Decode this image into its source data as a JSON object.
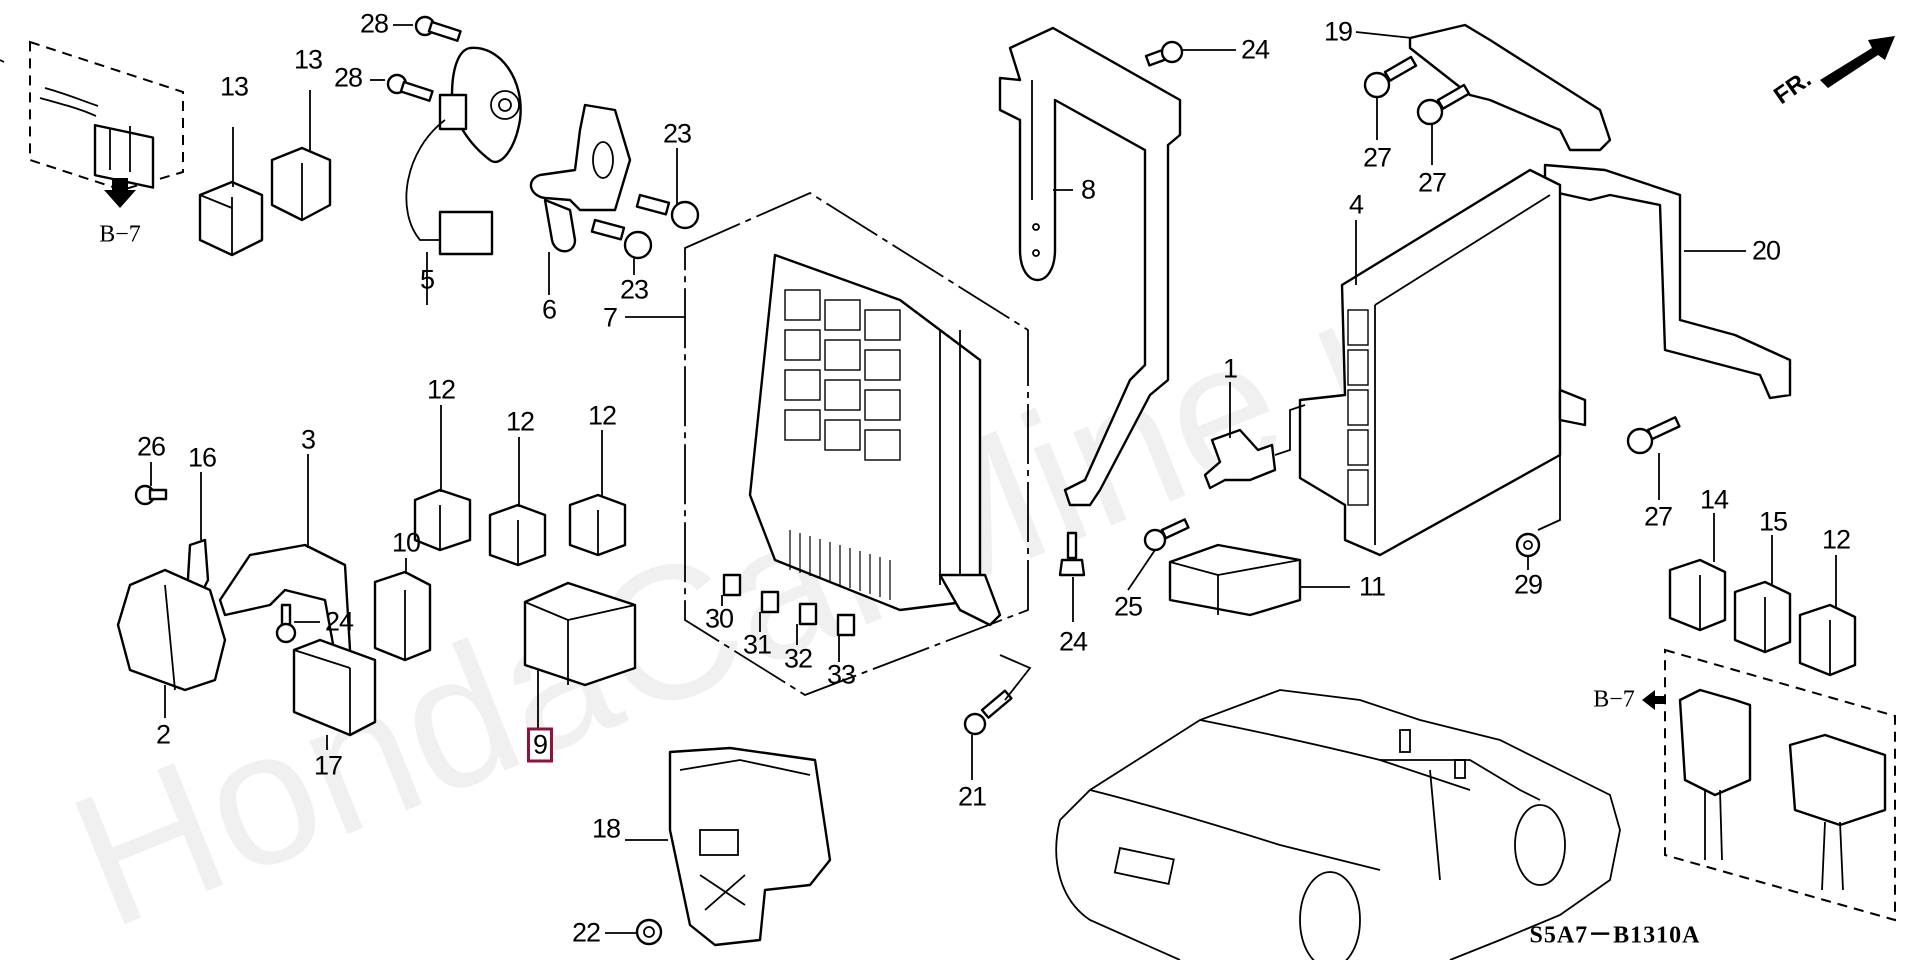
{
  "diagram": {
    "title": "Control Unit (Cabin) parts diagram",
    "watermark": "HondaCarMine.ru",
    "code": "S5A7－B1310A",
    "front_indicator": "FR.",
    "highlight_color": "#8b1538",
    "highlighted_part": "9",
    "cross_refs": [
      {
        "id": "left",
        "label": "B−7",
        "arrow": "down-arrow-icon"
      },
      {
        "id": "right",
        "label": "B−7",
        "arrow": "left-arrow-icon"
      }
    ],
    "callouts": [
      {
        "n": "1"
      },
      {
        "n": "2"
      },
      {
        "n": "3"
      },
      {
        "n": "4"
      },
      {
        "n": "5"
      },
      {
        "n": "6"
      },
      {
        "n": "7"
      },
      {
        "n": "8"
      },
      {
        "n": "9"
      },
      {
        "n": "10"
      },
      {
        "n": "11"
      },
      {
        "n": "12"
      },
      {
        "n": "12"
      },
      {
        "n": "12"
      },
      {
        "n": "12"
      },
      {
        "n": "13"
      },
      {
        "n": "13"
      },
      {
        "n": "14"
      },
      {
        "n": "15"
      },
      {
        "n": "16"
      },
      {
        "n": "17"
      },
      {
        "n": "18"
      },
      {
        "n": "19"
      },
      {
        "n": "20"
      },
      {
        "n": "21"
      },
      {
        "n": "22"
      },
      {
        "n": "23"
      },
      {
        "n": "23"
      },
      {
        "n": "24"
      },
      {
        "n": "24"
      },
      {
        "n": "24"
      },
      {
        "n": "25"
      },
      {
        "n": "26"
      },
      {
        "n": "27"
      },
      {
        "n": "27"
      },
      {
        "n": "27"
      },
      {
        "n": "28"
      },
      {
        "n": "28"
      },
      {
        "n": "29"
      },
      {
        "n": "30"
      },
      {
        "n": "31"
      },
      {
        "n": "32"
      },
      {
        "n": "33"
      }
    ]
  }
}
